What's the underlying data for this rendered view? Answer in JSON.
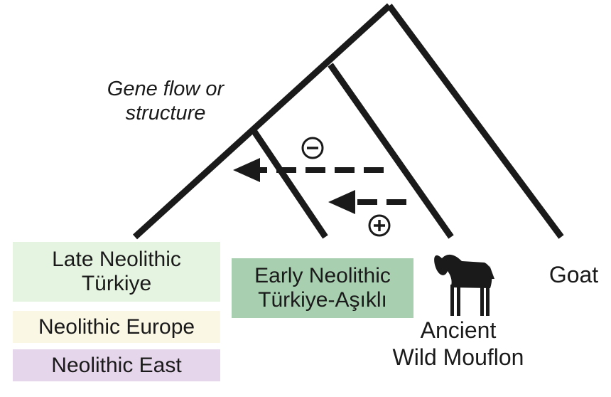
{
  "annotation": {
    "line1": "Gene flow or",
    "line2": "structure"
  },
  "signs": {
    "minus": "−",
    "plus": "+"
  },
  "groups": {
    "late_neolithic": {
      "line1": "Late Neolithic",
      "line2": "Türkiye",
      "color": "#e5f3e1"
    },
    "early_neolithic": {
      "line1": "Early Neolithic",
      "line2": "Türkiye-Aşıklı",
      "color": "#a8d0b0"
    },
    "neolithic_europe": {
      "label": "Neolithic Europe",
      "color": "#fbf7e5"
    },
    "neolithic_east": {
      "label": "Neolithic East",
      "color": "#e6d6ec"
    }
  },
  "taxa": {
    "mouflon": {
      "line1": "Ancient",
      "line2": "Wild Mouflon",
      "icon": "mouflon-silhouette-icon"
    },
    "goat": {
      "label": "Goat"
    }
  },
  "colors": {
    "line": "#1a1a1a"
  }
}
